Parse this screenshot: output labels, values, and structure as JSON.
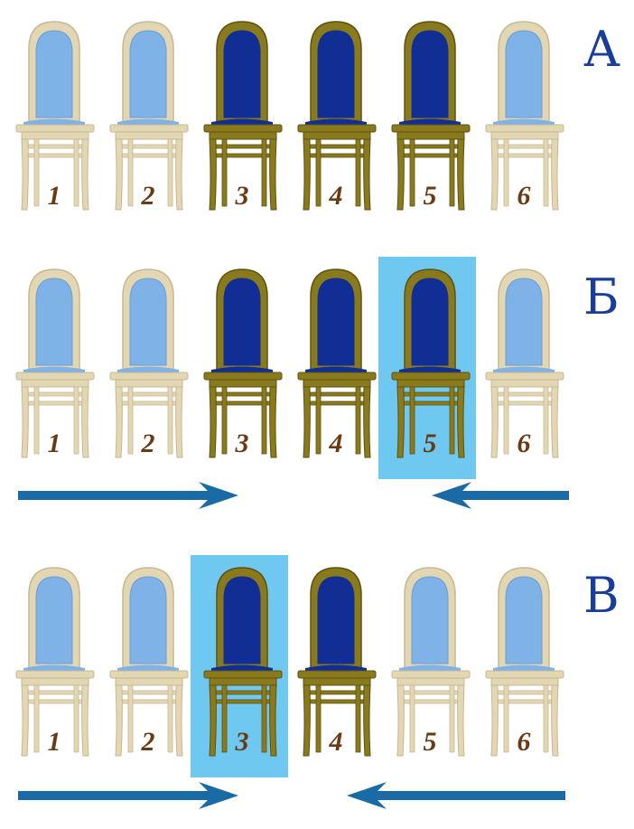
{
  "colors": {
    "light_frame": "#e3d7b3",
    "light_frame_stroke": "#c6b891",
    "light_back": "#7fb2e6",
    "light_back_stroke": "#6a9ed6",
    "dark_frame": "#8a7a1e",
    "dark_frame_stroke": "#5e5210",
    "dark_back": "#112e94",
    "highlight": "#6fc8f0",
    "arrow": "#1a6aa6",
    "label": "#1a3d9c",
    "number": "#6a3a14"
  },
  "rows": [
    {
      "label": "А",
      "chairs": [
        {
          "number": "1",
          "style": "light"
        },
        {
          "number": "2",
          "style": "light"
        },
        {
          "number": "3",
          "style": "dark"
        },
        {
          "number": "4",
          "style": "dark"
        },
        {
          "number": "5",
          "style": "dark"
        },
        {
          "number": "6",
          "style": "light"
        }
      ],
      "highlight": null,
      "arrows": []
    },
    {
      "label": "Б",
      "chairs": [
        {
          "number": "1",
          "style": "light"
        },
        {
          "number": "2",
          "style": "light"
        },
        {
          "number": "3",
          "style": "dark"
        },
        {
          "number": "4",
          "style": "dark"
        },
        {
          "number": "5",
          "style": "dark"
        },
        {
          "number": "6",
          "style": "light"
        }
      ],
      "highlight": "5",
      "arrows": [
        "right",
        "left"
      ]
    },
    {
      "label": "В",
      "chairs": [
        {
          "number": "1",
          "style": "light"
        },
        {
          "number": "2",
          "style": "light"
        },
        {
          "number": "3",
          "style": "dark"
        },
        {
          "number": "4",
          "style": "dark"
        },
        {
          "number": "5",
          "style": "light"
        },
        {
          "number": "6",
          "style": "light"
        }
      ],
      "highlight": "3",
      "arrows": [
        "right",
        "left"
      ]
    }
  ]
}
